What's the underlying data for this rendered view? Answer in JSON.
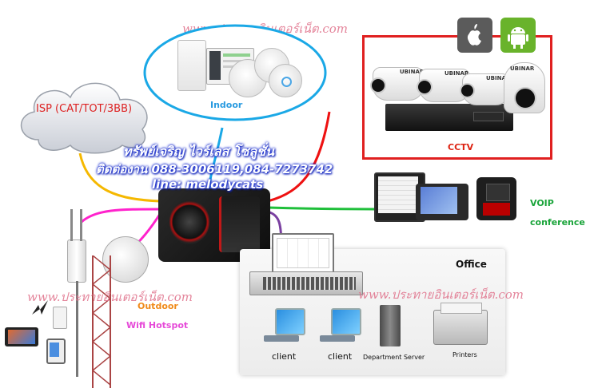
{
  "watermark": "www.ประทายอินเตอร์เน็ต.com",
  "isp_label": "ISP (CAT/TOT/3BB)",
  "indoor_label": "Indoor",
  "cctv_label": "CCTV",
  "voip_label_line1": "VOIP",
  "voip_label_line2": "conference",
  "office_label": "Office",
  "outdoor_label": "Outdoor",
  "wifi_label": "Wifi Hotspot",
  "company": {
    "name": "ทรัพย์เจริญ ไวร์เลส โซลูชั่น",
    "contact": "ติดต่องาน 088-3006119,084-7273742",
    "line": "line: melodycats"
  },
  "office_devices": {
    "client1": "client",
    "client2": "client",
    "server": "Department Server",
    "printers": "Printers"
  },
  "camera_brand": "UBINAR",
  "colors": {
    "line_yellow": "#f5b800",
    "line_pink": "#ff22cc",
    "line_red": "#ee1111",
    "line_green": "#1fbf3a",
    "line_purple": "#7a3fa0",
    "line_orange": "#ff8a1a",
    "cctv_border": "#e02020",
    "indoor_border": "#1aa8e6"
  }
}
